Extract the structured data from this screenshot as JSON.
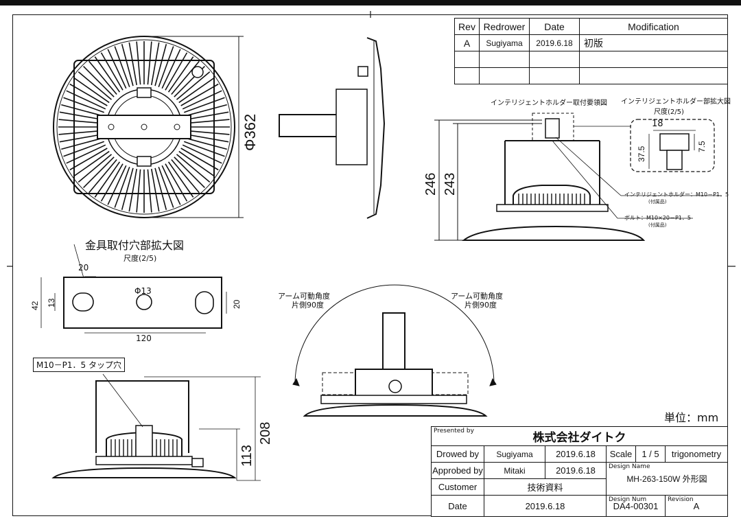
{
  "revision_table": {
    "headers": {
      "rev": "Rev",
      "redrower": "Redrower",
      "date": "Date",
      "modification": "Modification"
    },
    "rows": [
      {
        "rev": "A",
        "redrower": "Sugiyama",
        "date": "2019.6.18",
        "modification": "初版"
      },
      {
        "rev": "",
        "redrower": "",
        "date": "",
        "modification": ""
      },
      {
        "rev": "",
        "redrower": "",
        "date": "",
        "modification": ""
      }
    ]
  },
  "top_view": {
    "diameter": "Φ362"
  },
  "side_view": {},
  "holder_mount": {
    "title": "インテリジェントホルダー取付要領図",
    "dim_246": "246",
    "dim_243": "243",
    "note_holder": "インテリジェントホルダー：M10－P1．5",
    "note_holder_sub": "(付属品)",
    "note_bolt": "ボルト：M10×20－P1．5",
    "note_bolt_sub": "(付属品)"
  },
  "holder_detail": {
    "title": "インテリジェントホルダー部拡大図",
    "scale": "尺度(2/5)",
    "dim_18": "18",
    "dim_37_5": "37.5",
    "dim_7_5": "7.5"
  },
  "bracket_detail": {
    "title": "金具取付穴部拡大図",
    "scale": "尺度(2/5)",
    "dim_20_top": "20",
    "dim_42": "42",
    "dim_13": "13",
    "dim_phi13": "Φ13",
    "dim_20_right": "20",
    "dim_120": "120"
  },
  "arm_view": {
    "left_note_1": "アーム可動角度",
    "left_note_2": "片側90度",
    "right_note_1": "アーム可動角度",
    "right_note_2": "片側90度"
  },
  "front_view": {
    "tap_note": "M10－P1．5 タップ穴",
    "dim_208": "208",
    "dim_113": "113"
  },
  "unit": "単位：mm",
  "title_block": {
    "presented_by": "Presented by",
    "company": "株式会社ダイトク",
    "drawn_by_label": "Drowed by",
    "drawn_by": "Sugiyama",
    "drawn_date": "2019.6.18",
    "scale_label": "Scale",
    "scale": "1 / 5",
    "projection": "trigonometry",
    "approved_by_label": "Approbed by",
    "approved_by": "Mitaki",
    "approved_date": "2019.6.18",
    "design_name_label": "Design Name",
    "design_name": "MH-263-150W 外形図",
    "customer_label": "Customer",
    "customer": "技術資料",
    "date_label": "Date",
    "date": "2019.6.18",
    "design_num_label": "Design Num",
    "design_num": "DA4-00301",
    "revision_label": "Revision",
    "revision": "A"
  }
}
